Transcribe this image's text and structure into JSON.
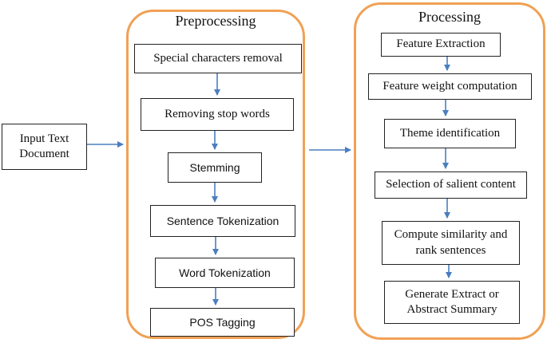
{
  "input": {
    "label": "Input Text\nDocument"
  },
  "preprocessing": {
    "title": "Preprocessing",
    "steps": [
      "Special characters removal",
      "Removing stop words",
      "Stemming",
      "Sentence Tokenization",
      "Word Tokenization",
      "POS Tagging"
    ]
  },
  "processing": {
    "title": "Processing",
    "steps": [
      "Feature Extraction",
      "Feature weight computation",
      "Theme identification",
      "Selection of salient content",
      "Compute similarity and\nrank sentences",
      "Generate Extract or\nAbstract Summary"
    ]
  },
  "colors": {
    "group_border": "#f0a155",
    "arrow": "#4a7ebf",
    "box_border": "#222222"
  }
}
